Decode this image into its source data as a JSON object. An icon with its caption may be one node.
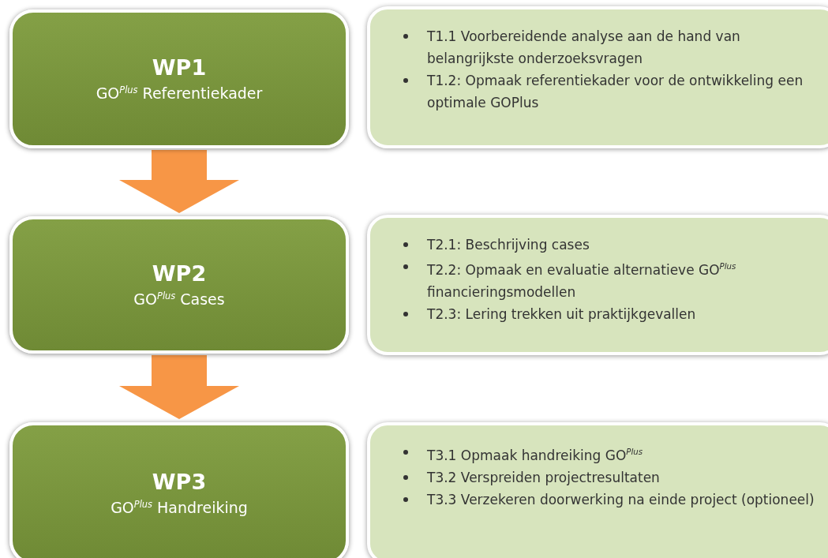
{
  "diagram": {
    "nodes": [
      {
        "text": [
          "WP1",
          "GO$^{Plus}$ Referentiekader"
        ]
      },
      {
        "text": [
          "T1.1 Voorbereidende analyse aan de hand van belangrijkste onderzoeksvragen",
          "T1.2: Opmaak referentiekader voor de ontwikkeling een optimale GOPlus"
        ]
      },
      {
        "text": [
          "WP2",
          "GO$^{Plus}$ Cases"
        ]
      },
      {
        "text": [
          "T2.1: Beschrijving cases",
          "T2.2: Opmaak en evaluatie alternatieve GO$^{Plus}$ financieringsmodellen",
          "T2.3: Lering trekken uit praktijkgevallen"
        ]
      },
      {
        "text": [
          "WP3",
          "GO$^{Plus}$ Handreiking"
        ]
      },
      {
        "text": [
          "T3.1 Opmaak handreiking GO$^{Plus}$",
          "T3.2 Verspreiden projectresultaten",
          "T3.3 Verzekeren doorwerking na einde project (optioneel)"
        ]
      }
    ],
    "edges": [
      {
        "from": 0,
        "to": 2,
        "arrow": "to"
      },
      {
        "from": 2,
        "to": 4,
        "arrow": "to"
      }
    ]
  }
}
